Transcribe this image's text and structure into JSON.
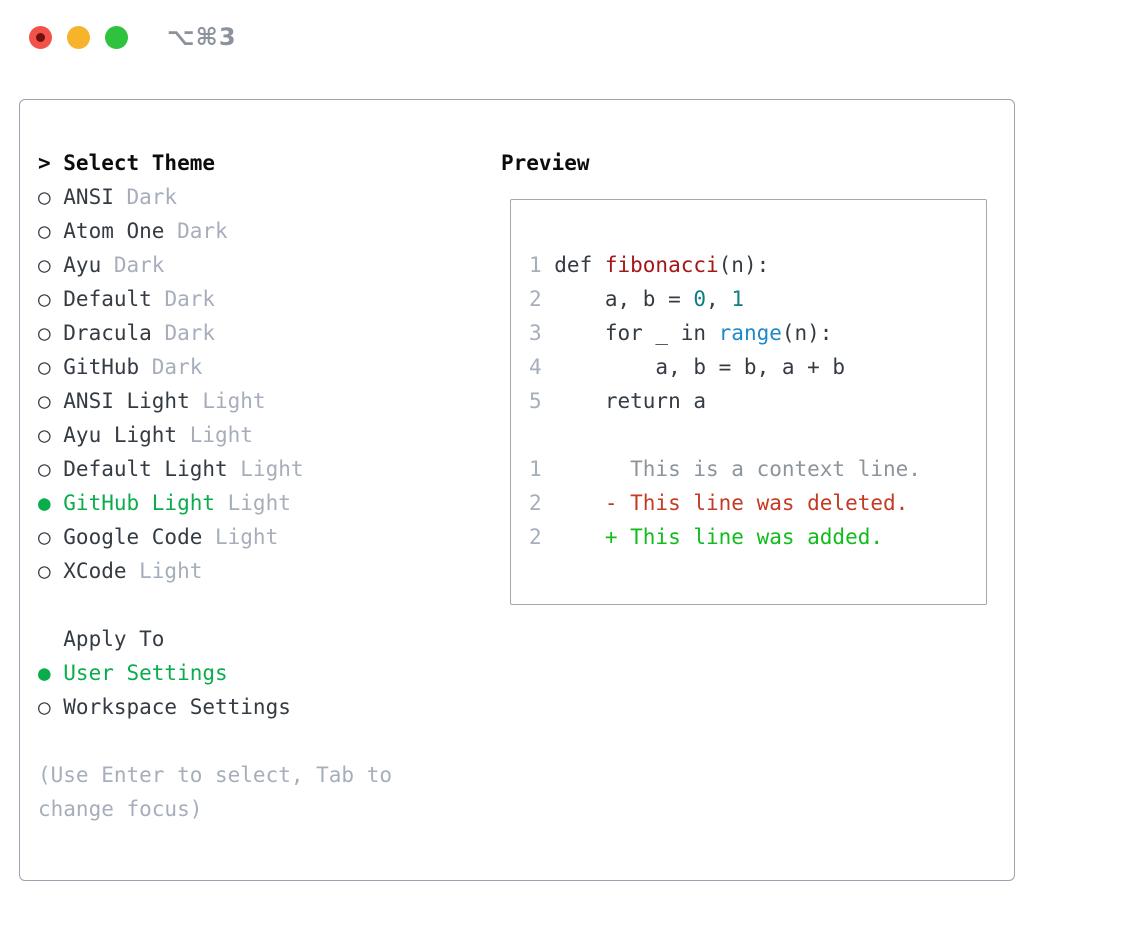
{
  "window": {
    "shortcut_label": "⌥⌘3"
  },
  "theme_panel": {
    "prompt": ">",
    "title": "Select Theme",
    "options": [
      {
        "bullet": "○",
        "name": "ANSI",
        "variant": "Dark",
        "selected": false
      },
      {
        "bullet": "○",
        "name": "Atom One",
        "variant": "Dark",
        "selected": false
      },
      {
        "bullet": "○",
        "name": "Ayu",
        "variant": "Dark",
        "selected": false
      },
      {
        "bullet": "○",
        "name": "Default",
        "variant": "Dark",
        "selected": false
      },
      {
        "bullet": "○",
        "name": "Dracula",
        "variant": "Dark",
        "selected": false
      },
      {
        "bullet": "○",
        "name": "GitHub",
        "variant": "Dark",
        "selected": false
      },
      {
        "bullet": "○",
        "name": "ANSI Light",
        "variant": "Light",
        "selected": false
      },
      {
        "bullet": "○",
        "name": "Ayu Light",
        "variant": "Light",
        "selected": false
      },
      {
        "bullet": "○",
        "name": "Default Light",
        "variant": "Light",
        "selected": false
      },
      {
        "bullet": "●",
        "name": "GitHub Light",
        "variant": "Light",
        "selected": true
      },
      {
        "bullet": "○",
        "name": "Google Code",
        "variant": "Light",
        "selected": false
      },
      {
        "bullet": "○",
        "name": "XCode",
        "variant": "Light",
        "selected": false
      }
    ],
    "apply_to": {
      "title": "Apply To",
      "options": [
        {
          "bullet": "●",
          "name": "User Settings",
          "selected": true
        },
        {
          "bullet": "○",
          "name": "Workspace Settings",
          "selected": false
        }
      ]
    },
    "hint": {
      "line1": "(Use Enter to select, Tab to",
      "line2": "change focus)"
    }
  },
  "preview_panel": {
    "title": "Preview",
    "code_lines": [
      {
        "num": "1",
        "segments": [
          {
            "text": "def ",
            "style": "plain"
          },
          {
            "text": "fibonacci",
            "style": "function"
          },
          {
            "text": "(n):",
            "style": "plain"
          }
        ]
      },
      {
        "num": "2",
        "segments": [
          {
            "text": "    a, b = ",
            "style": "plain"
          },
          {
            "text": "0",
            "style": "number"
          },
          {
            "text": ", ",
            "style": "plain"
          },
          {
            "text": "1",
            "style": "number"
          }
        ]
      },
      {
        "num": "3",
        "segments": [
          {
            "text": "    for _ in ",
            "style": "plain"
          },
          {
            "text": "range",
            "style": "builtin"
          },
          {
            "text": "(n):",
            "style": "plain"
          }
        ]
      },
      {
        "num": "4",
        "segments": [
          {
            "text": "        a, b = b, a + b",
            "style": "plain"
          }
        ]
      },
      {
        "num": "5",
        "segments": [
          {
            "text": "    return a",
            "style": "plain"
          }
        ]
      }
    ],
    "diff_lines": [
      {
        "num": "1",
        "text": "      This is a context line.",
        "kind": "context"
      },
      {
        "num": "2",
        "text": "    - This line was deleted.",
        "kind": "deleted"
      },
      {
        "num": "2",
        "text": "    + This line was added.",
        "kind": "added"
      }
    ]
  },
  "colors": {
    "selection_green": "#0bad4b",
    "diff_added_green": "#10bd1c",
    "diff_deleted_red": "#c43a24",
    "syntax_function_red": "#a51717",
    "syntax_number_teal": "#0c7e84",
    "syntax_builtin_blue": "#1e89c8",
    "dim_gray": "#a6aebb",
    "context_gray": "#8d949b",
    "text_dark": "#343b43",
    "border_gray": "#9aa3ae",
    "traffic_red": "#f25249",
    "traffic_yellow": "#f7b32b",
    "traffic_green": "#2ec23e"
  }
}
